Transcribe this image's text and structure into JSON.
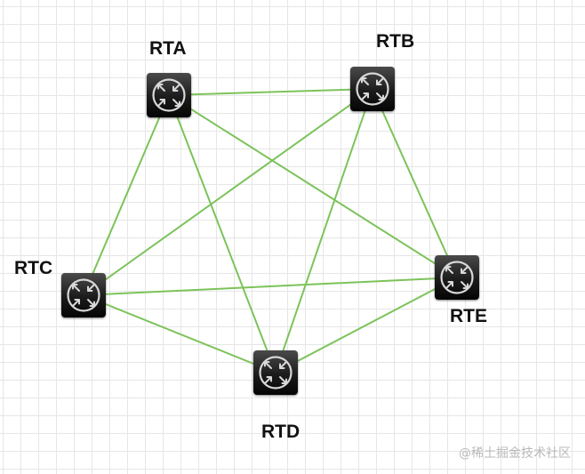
{
  "routers": [
    {
      "id": "RTA",
      "label": "RTA",
      "icon": "router-icon"
    },
    {
      "id": "RTB",
      "label": "RTB",
      "icon": "router-icon"
    },
    {
      "id": "RTC",
      "label": "RTC",
      "icon": "router-icon"
    },
    {
      "id": "RTD",
      "label": "RTD",
      "icon": "router-icon"
    },
    {
      "id": "RTE",
      "label": "RTE",
      "icon": "router-icon"
    }
  ],
  "links": [
    [
      "RTA",
      "RTB"
    ],
    [
      "RTA",
      "RTC"
    ],
    [
      "RTA",
      "RTD"
    ],
    [
      "RTA",
      "RTE"
    ],
    [
      "RTB",
      "RTC"
    ],
    [
      "RTB",
      "RTD"
    ],
    [
      "RTB",
      "RTE"
    ],
    [
      "RTC",
      "RTD"
    ],
    [
      "RTC",
      "RTE"
    ],
    [
      "RTD",
      "RTE"
    ]
  ],
  "colors": {
    "link": "#7cc35a",
    "grid": "#e6e6e6",
    "icon_body": "#1b1b1b",
    "icon_glyph": "#d8d8d8"
  },
  "watermark": "@稀土掘金技术社区"
}
